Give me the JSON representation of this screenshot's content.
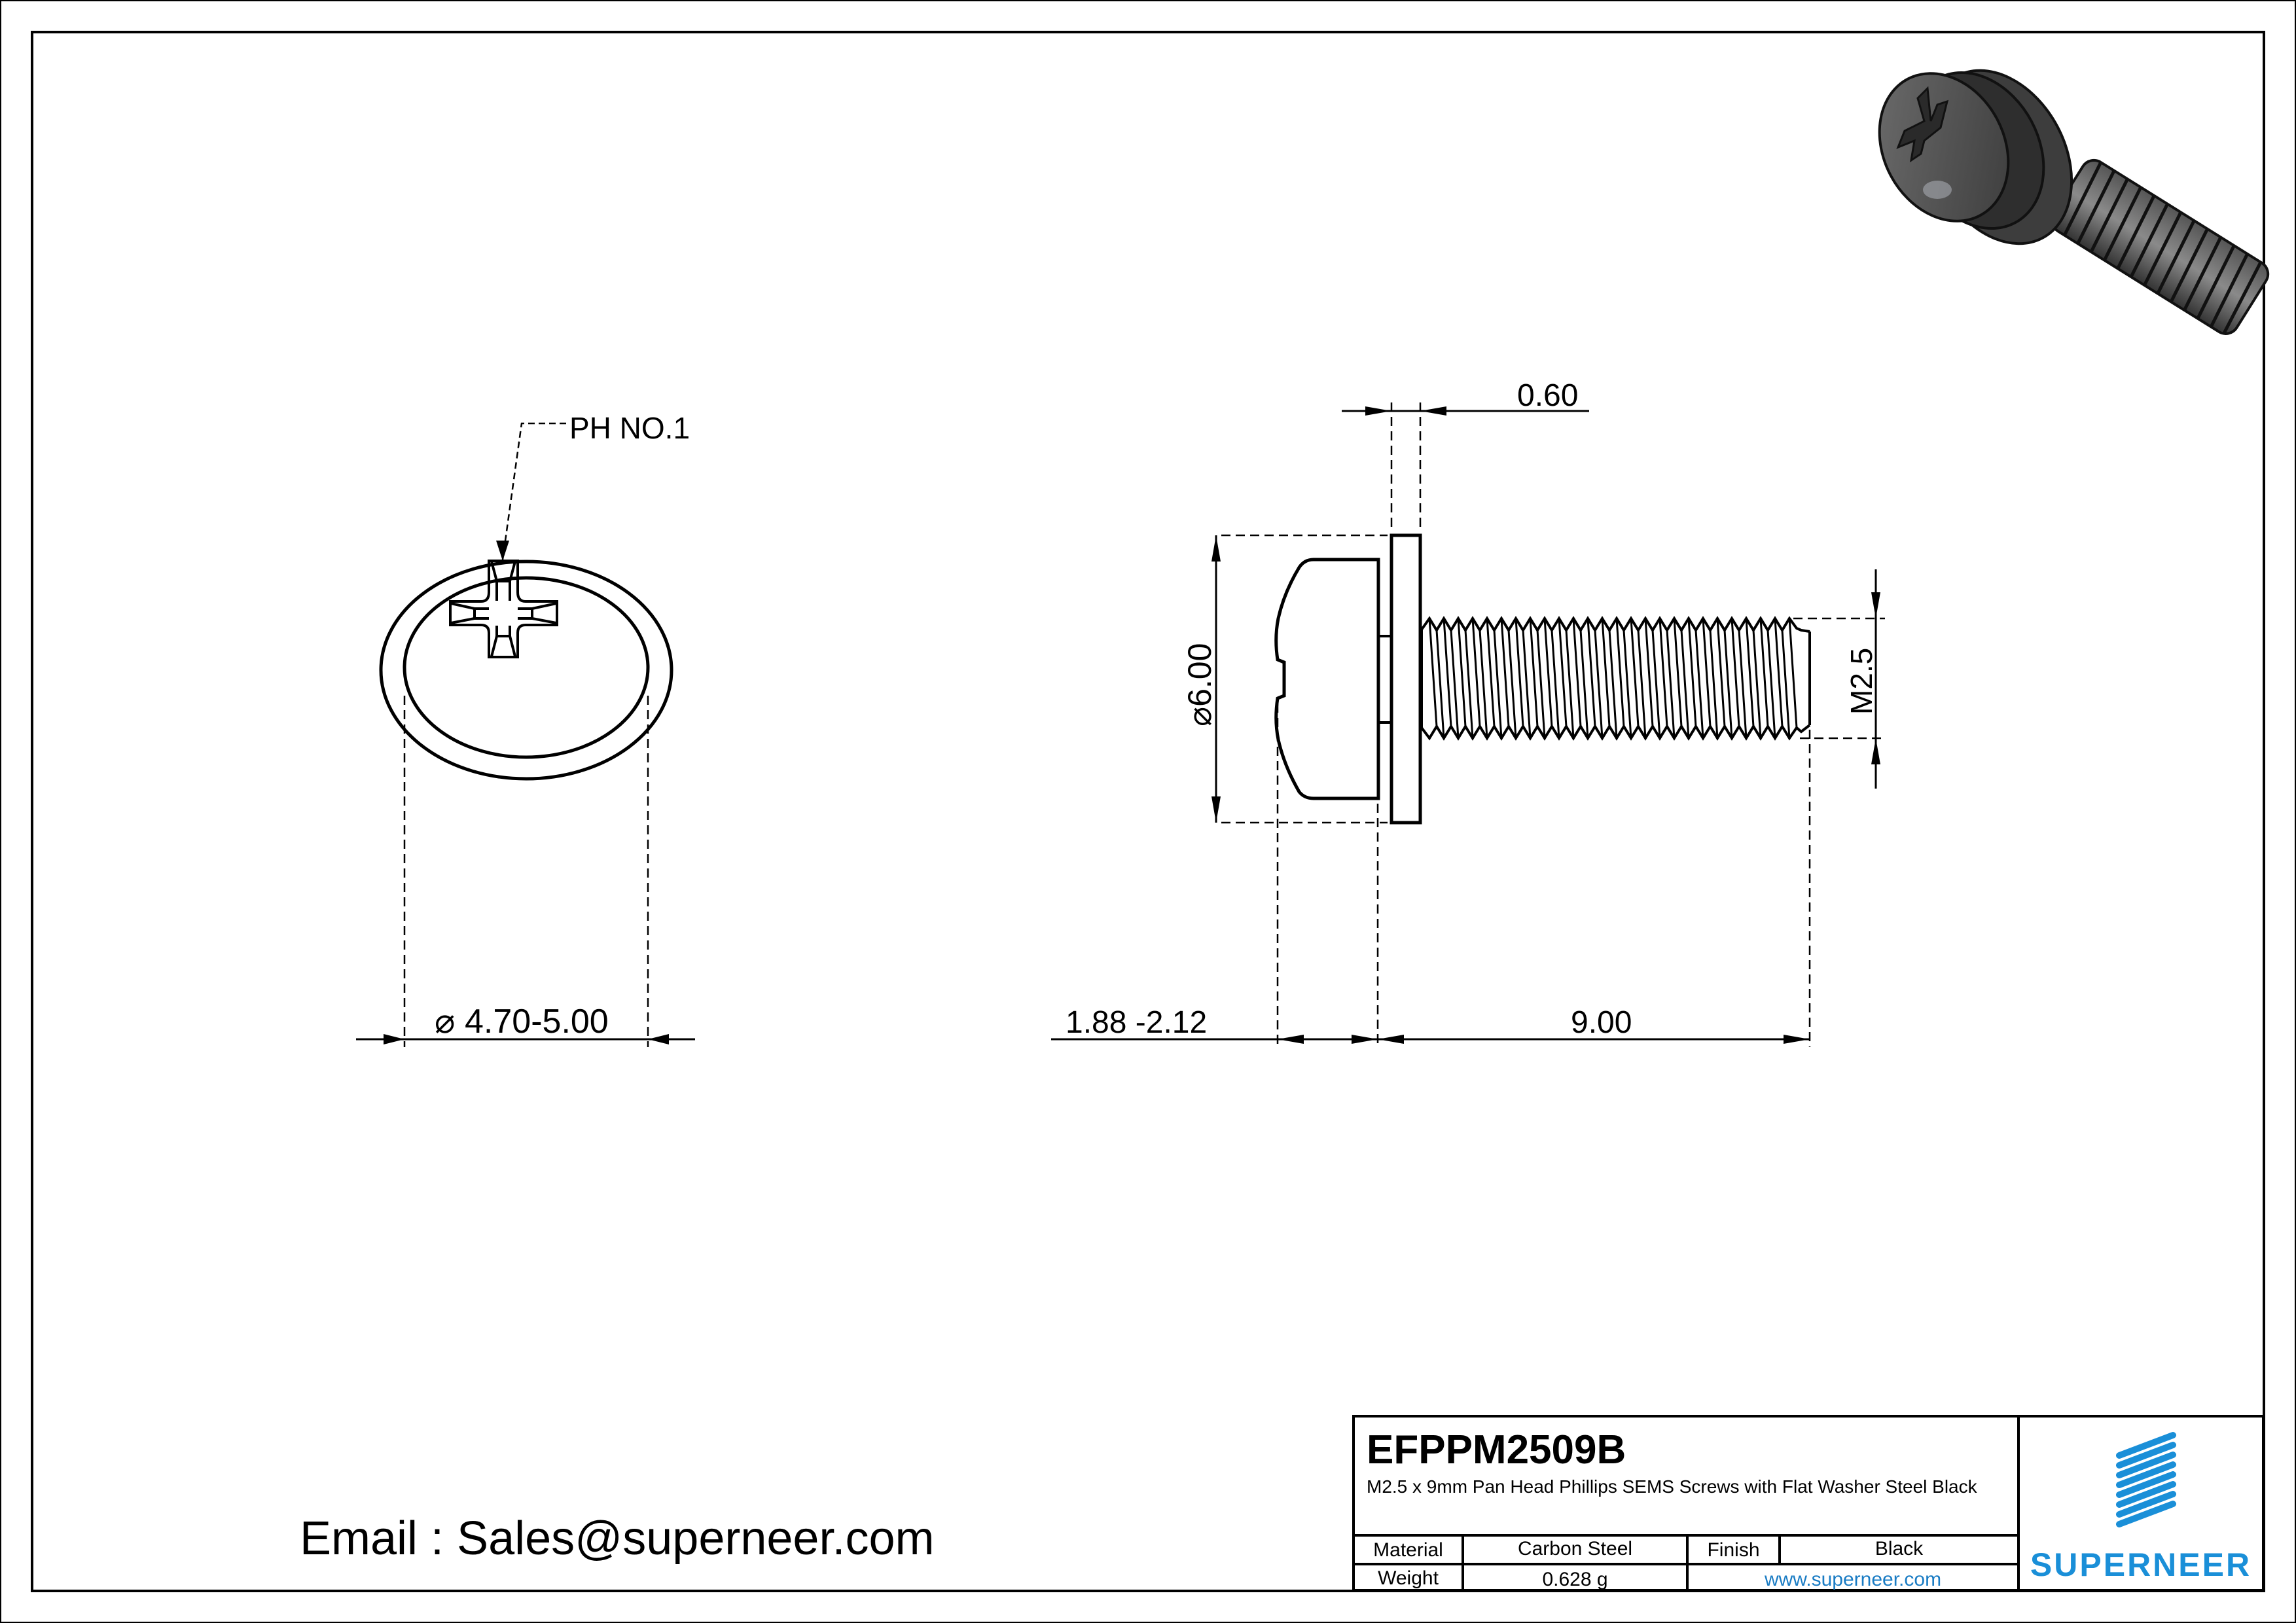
{
  "drawing": {
    "front_view": {
      "leader_label": "PH NO.1",
      "diameter_dim": "4.70-5.00",
      "diameter_symbol": "⌀"
    },
    "side_view": {
      "washer_thickness_dim": "0.60",
      "washer_diameter_dim": "6.00",
      "diameter_symbol": "⌀",
      "thread_size_dim": "M2.5",
      "head_height_dim": "1.88 -2.12",
      "length_dim": "9.00"
    },
    "isometric_view": {
      "description": "3D render of black pan head Phillips SEMS screw with flat washer"
    }
  },
  "title_block": {
    "part_number": "EFPPM2509B",
    "description": "M2.5 x 9mm Pan Head Phillips SEMS Screws with  Flat Washer Steel Black",
    "rows": [
      {
        "label": "Material",
        "value": "Carbon Steel",
        "label2": "Finish",
        "value2": "Black"
      },
      {
        "label": "Weight",
        "value": "0.628 g",
        "link": "www.superneer.com"
      }
    ],
    "logo": {
      "name": "SUPERNEER",
      "color": "#1a8fd8"
    }
  },
  "footer": {
    "email_line": "Email : Sales@superneer.com"
  },
  "colors": {
    "line": "#000000",
    "brand_blue": "#1a8fd8",
    "link_blue": "#1a7cc4"
  }
}
